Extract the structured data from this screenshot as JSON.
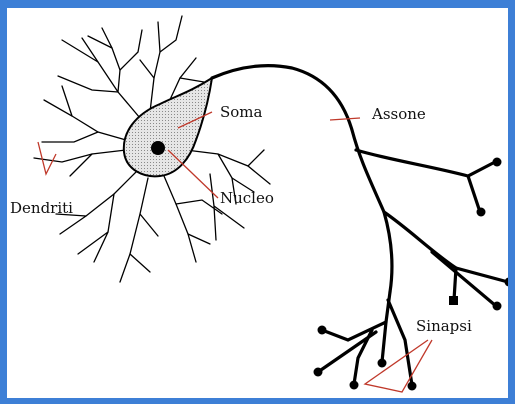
{
  "labels": {
    "soma": "Soma",
    "assone": "Assone",
    "nucleo": "Nucleo",
    "dendriti": "Dendriti",
    "sinapsi": "Sinapsi"
  },
  "colors": {
    "frame": "#3d7fd6",
    "background": "#ffffff",
    "line": "#000000",
    "pointer": "#c0392b",
    "soma_fill": "#d4d4d4"
  }
}
